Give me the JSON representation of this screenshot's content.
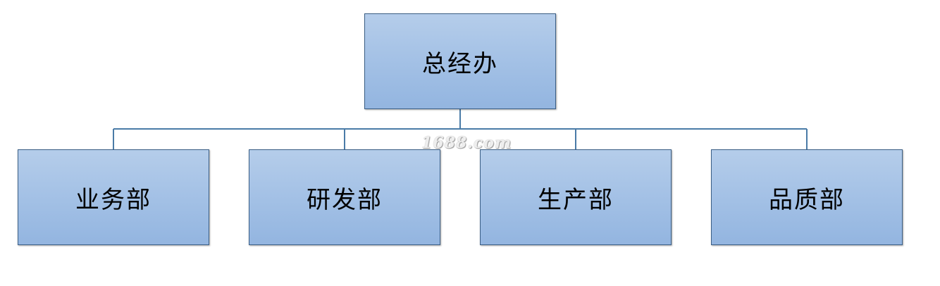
{
  "org_chart": {
    "root": {
      "label": "总经办"
    },
    "children": [
      {
        "label": "业务部"
      },
      {
        "label": "研发部"
      },
      {
        "label": "生产部"
      },
      {
        "label": "品质部"
      }
    ]
  },
  "watermark": {
    "text": "1688.com"
  },
  "colors": {
    "box_fill_top": "#b5cdea",
    "box_fill_bottom": "#93b5e0",
    "box_border": "#3b5f86",
    "connector": "#4a7ba7"
  }
}
